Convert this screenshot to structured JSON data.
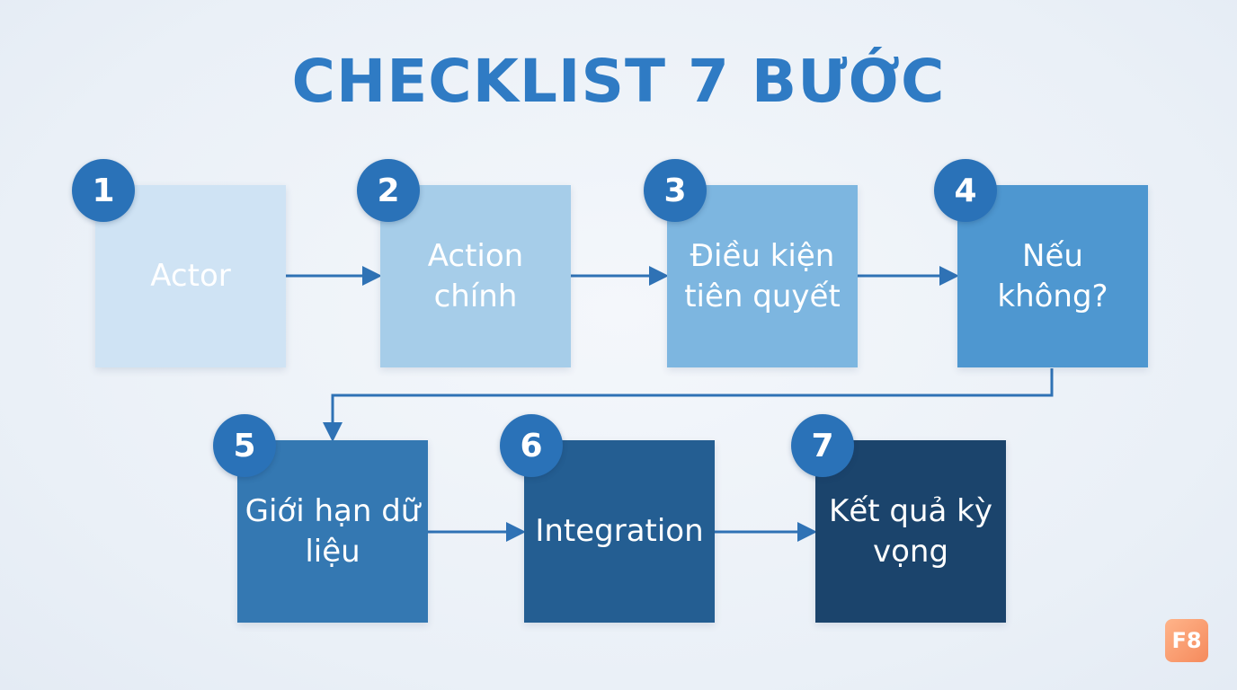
{
  "title": "CHECKLIST 7 BƯỚC",
  "logo": "F8",
  "steps": [
    {
      "number": "1",
      "label": "Actor",
      "color": "#cfe3f4"
    },
    {
      "number": "2",
      "label": "Action chính",
      "color": "#a6cde9"
    },
    {
      "number": "3",
      "label": "Điều kiện tiên quyết",
      "color": "#7db6e0"
    },
    {
      "number": "4",
      "label": "Nếu không?",
      "color": "#4e97d0"
    },
    {
      "number": "5",
      "label": "Giới hạn dữ liệu",
      "color": "#3478b2"
    },
    {
      "number": "6",
      "label": "Integration",
      "color": "#245e92"
    },
    {
      "number": "7",
      "label": "Kết quả kỳ vọng",
      "color": "#1b446c"
    }
  ],
  "colors": {
    "title": "#2f7bc4",
    "badge": "#2a72b8",
    "arrow": "#2f72b5",
    "background": "#edf2f8"
  }
}
